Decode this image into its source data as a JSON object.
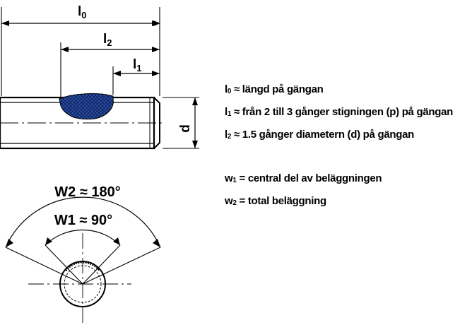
{
  "dimensions": {
    "l0": {
      "symbol": "l",
      "sub": "0"
    },
    "l2": {
      "symbol": "l",
      "sub": "2"
    },
    "l1": {
      "symbol": "l",
      "sub": "1"
    },
    "d": "d"
  },
  "angles": {
    "w2": "W2 ≈ 180°",
    "w1": "W1 ≈ 90°"
  },
  "legend_lengths": [
    {
      "symbol": "l",
      "sub": "0",
      "text": " ≈ längd på gängan"
    },
    {
      "symbol": "l",
      "sub": "1",
      "text": " ≈ från 2 till 3 gånger stigningen (p) på gängan"
    },
    {
      "symbol": "l",
      "sub": "2",
      "text": " ≈ 1.5 gånger diametern (d) på gängan"
    }
  ],
  "legend_coating": [
    {
      "symbol": "w",
      "sub": "1",
      "text": " = central del av beläggningen"
    },
    {
      "symbol": "w",
      "sub": "2",
      "text": " = total beläggning"
    }
  ],
  "colors": {
    "coating": "#2a4fa8",
    "coating_hatch": "#0a1a4a",
    "line": "#000000"
  }
}
